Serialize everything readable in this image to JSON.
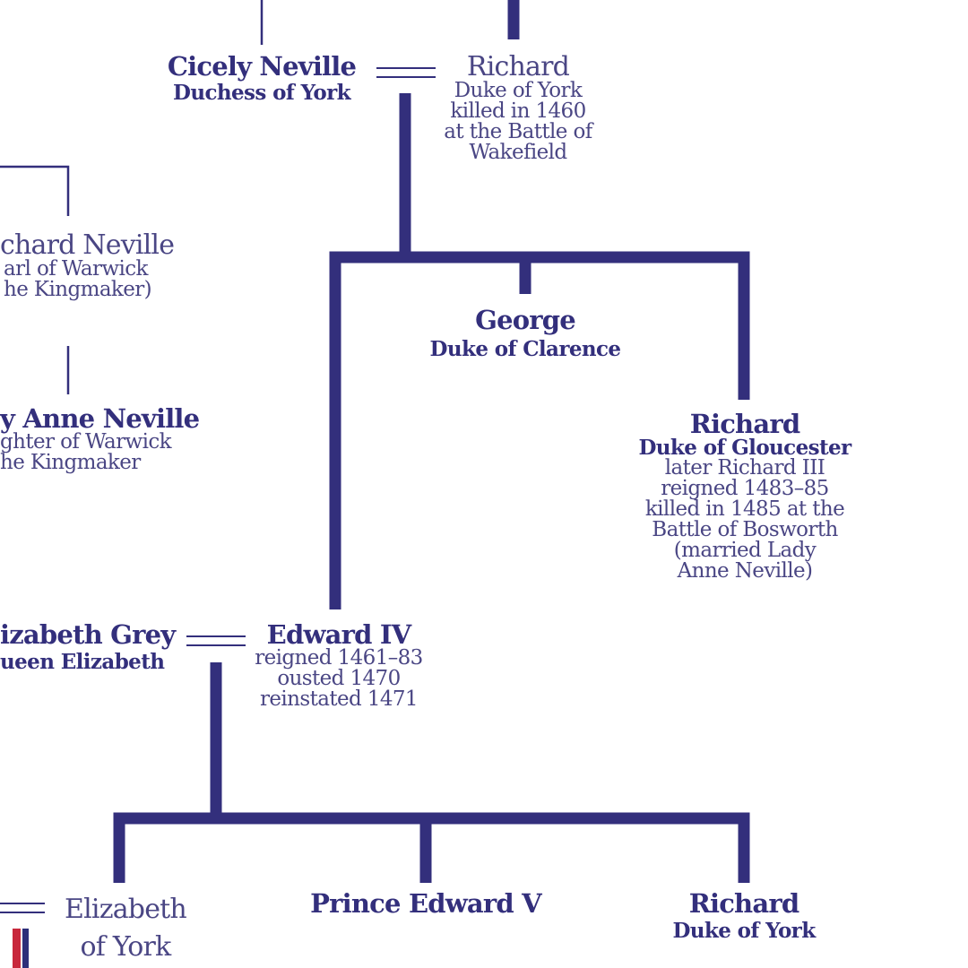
{
  "people": {
    "cicely": {
      "name": "Cicely Neville",
      "title": "Duchess of York"
    },
    "richard_york_sr": {
      "name": "Richard",
      "notes": [
        "Duke of York",
        "killed in 1460",
        "at the Battle of",
        "Wakefield"
      ]
    },
    "warwick": {
      "name": "chard Neville",
      "notes": [
        "arl of Warwick",
        "he Kingmaker)"
      ]
    },
    "anne": {
      "name": "y Anne Neville",
      "notes": [
        "ghter of Warwick",
        "he Kingmaker"
      ]
    },
    "george": {
      "name": "George",
      "title": "Duke of Clarence"
    },
    "richard_gloucester": {
      "name": "Richard",
      "title": "Duke of Gloucester",
      "notes": [
        "later Richard III",
        "reigned 1483–85",
        "killed in 1485 at the",
        "Battle of Bosworth",
        "(married Lady",
        "Anne Neville)"
      ]
    },
    "elizabeth_grey": {
      "name": "izabeth Grey",
      "title": "ueen Elizabeth"
    },
    "edward_iv": {
      "name": "Edward IV",
      "notes": [
        "reigned 1461–83",
        "ousted 1470",
        "reinstated 1471"
      ]
    },
    "elizabeth_york": {
      "name_lines": [
        "Elizabeth",
        "of York"
      ]
    },
    "edward_v": {
      "name": "Prince Edward V"
    },
    "richard_york_jr": {
      "name": "Richard",
      "title": "Duke of York"
    }
  },
  "colors": {
    "line": "#332f7c",
    "text": "#332f7c",
    "note_text": "#4a4684",
    "flag_red": "#c8283c",
    "flag_blue": "#2d2f7a"
  }
}
